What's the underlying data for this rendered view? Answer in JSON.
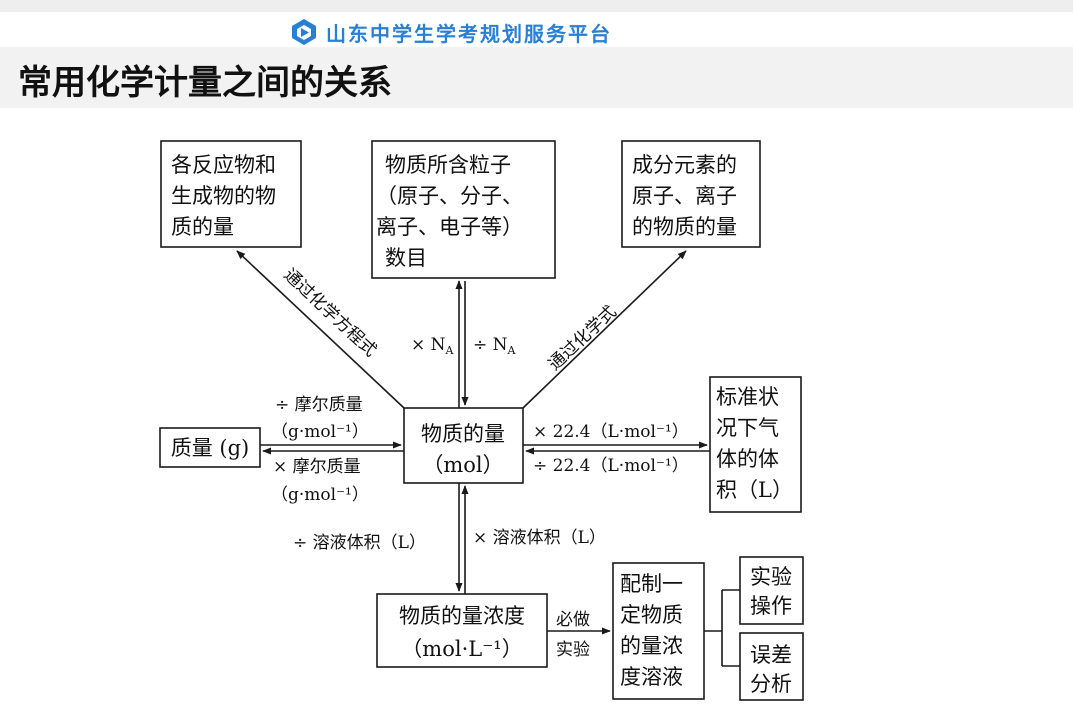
{
  "header": {
    "brand": "山东中学生学考规划服务平台",
    "title": "常用化学计量之间的关系"
  },
  "nodes": {
    "reactants": [
      "各反应物和",
      "生成物的物",
      "质的量"
    ],
    "particles": [
      "物质所含粒子",
      "（原子、分子、",
      "离子、电子等）",
      "数目"
    ],
    "elements": [
      "成分元素的",
      "原子、离子",
      "的物质的量"
    ],
    "center": [
      "物质的量",
      "（mol）"
    ],
    "mass": [
      "质量 (g)"
    ],
    "gas": [
      "标准状",
      "况下气",
      "体的体",
      "积（L）"
    ],
    "conc": [
      "物质的量浓度",
      "（mol·L⁻¹）"
    ],
    "prep": [
      "配制一",
      "定物质",
      "的量浓",
      "度溶液"
    ],
    "operation": [
      "实验",
      "操作"
    ],
    "error": [
      "误差",
      "分析"
    ]
  },
  "edges": {
    "via_equation": "通过化学方程式",
    "via_formula": "通过化学式",
    "times_na": "× N",
    "divide_na": "÷ N",
    "na_sub": "A",
    "div_molar_mass": "÷ 摩尔质量",
    "div_molar_unit": "（g·mol⁻¹）",
    "mul_molar_mass": "× 摩尔质量",
    "mul_molar_unit": "（g·mol⁻¹）",
    "mul_molar_vol": "× 22.4（L·mol⁻¹）",
    "div_molar_vol": "÷ 22.4（L·mol⁻¹）",
    "div_sol_vol": "÷ 溶液体积（L）",
    "mul_sol_vol": "× 溶液体积（L）",
    "must_do": [
      "必做",
      "实验"
    ]
  }
}
